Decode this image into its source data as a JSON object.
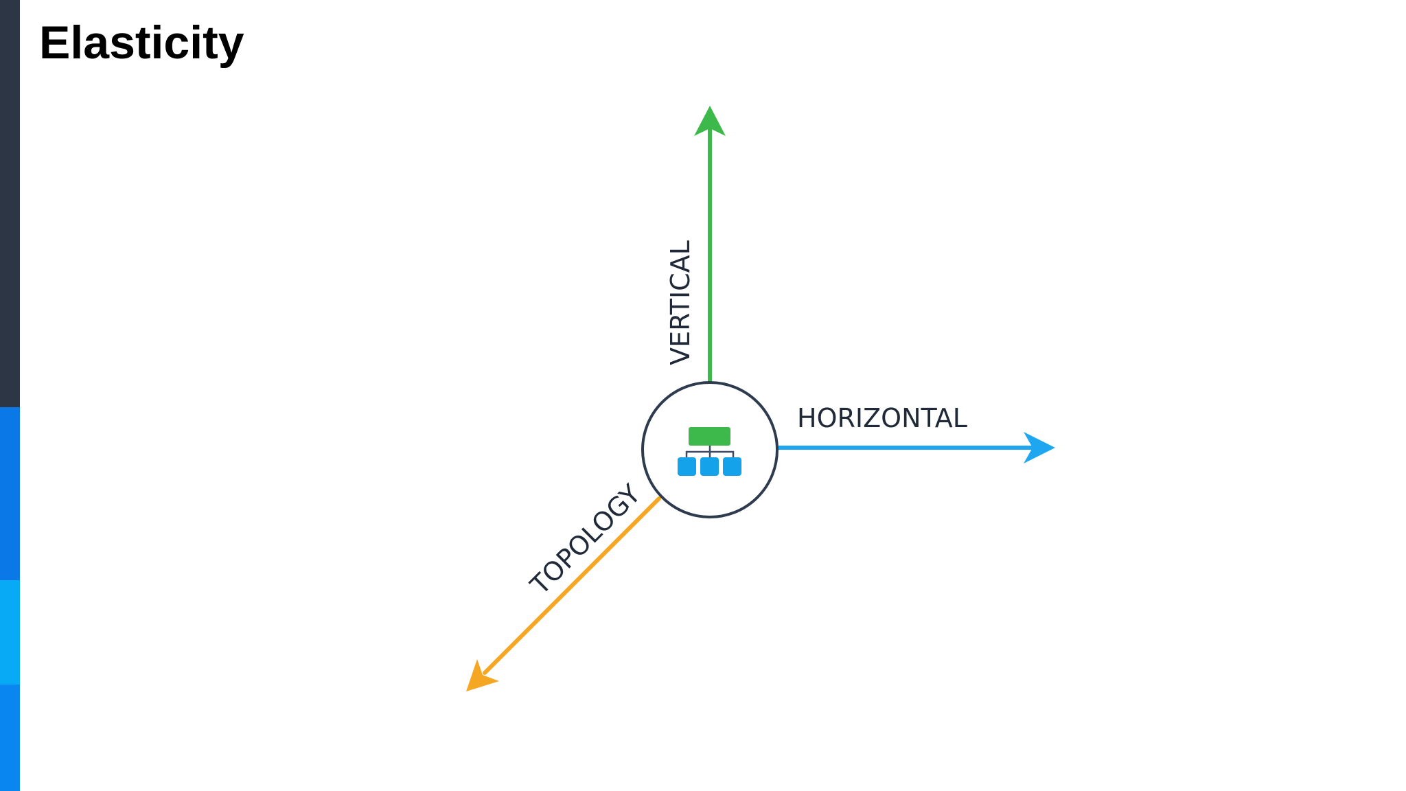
{
  "slide": {
    "title": "Elasticity"
  },
  "diagram": {
    "center_icon": "hierarchy-network-icon",
    "axes": {
      "vertical": {
        "label": "VERTICAL",
        "color": "#3cb94a"
      },
      "horizontal": {
        "label": "HORIZONTAL",
        "color": "#1ea7f0"
      },
      "topology": {
        "label": "TOPOLOGY",
        "color": "#f5a623"
      }
    },
    "circle_stroke": "#2e3a4d",
    "icon_colors": {
      "top_node": "#3cb94a",
      "child_nodes": "#14a3ea",
      "connector": "#3d4a66"
    }
  },
  "theme": {
    "strip_colors": [
      "#2d3644",
      "#0a78e6",
      "#08aaf5",
      "#0a86f0"
    ]
  }
}
